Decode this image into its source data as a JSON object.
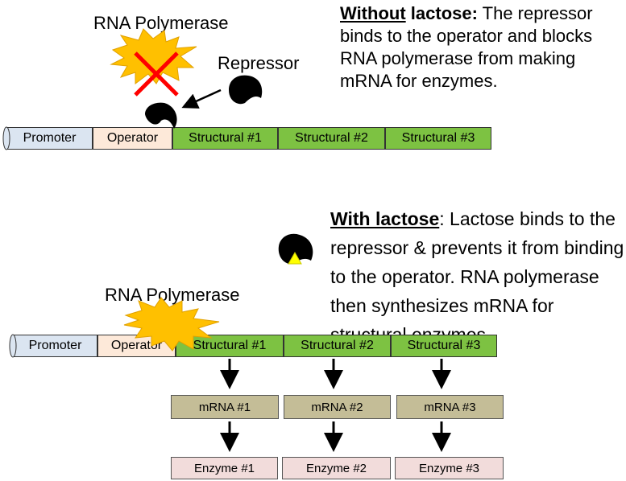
{
  "top": {
    "polymerase_label": "RNA Polymerase",
    "repressor_label": "Repressor",
    "description_bold": "Without",
    "description_bold2": "lactose:",
    "description_rest": "The repressor binds to the operator and blocks RNA polymerase from making mRNA for enzymes.",
    "dna": {
      "promoter": "Promoter",
      "operator": "Operator",
      "structural": [
        "Structural #1",
        "Structural #2",
        "Structural #3"
      ]
    }
  },
  "bottom": {
    "polymerase_label": "RNA Polymerase",
    "description_bold": "With lactose",
    "description_rest": ": Lactose binds to the repressor & prevents it from binding to the operator. RNA polymerase then synthesizes mRNA for structural enzymes.",
    "dna": {
      "promoter": "Promoter",
      "operator": "Operator",
      "structural": [
        "Structural #1",
        "Structural #2",
        "Structural #3"
      ]
    },
    "mrna": [
      "mRNA #1",
      "mRNA #2",
      "mRNA #3"
    ],
    "enzymes": [
      "Enzyme #1",
      "Enzyme #2",
      "Enzyme #3"
    ]
  },
  "colors": {
    "promoter": "#dbe5f1",
    "operator": "#fde9d9",
    "structural": "#7dc242",
    "mrna": "#c4bd97",
    "enzyme": "#f2dcdb",
    "polymerase": "#ffc000",
    "cross": "#ff0000",
    "lactose": "#ffff00"
  }
}
